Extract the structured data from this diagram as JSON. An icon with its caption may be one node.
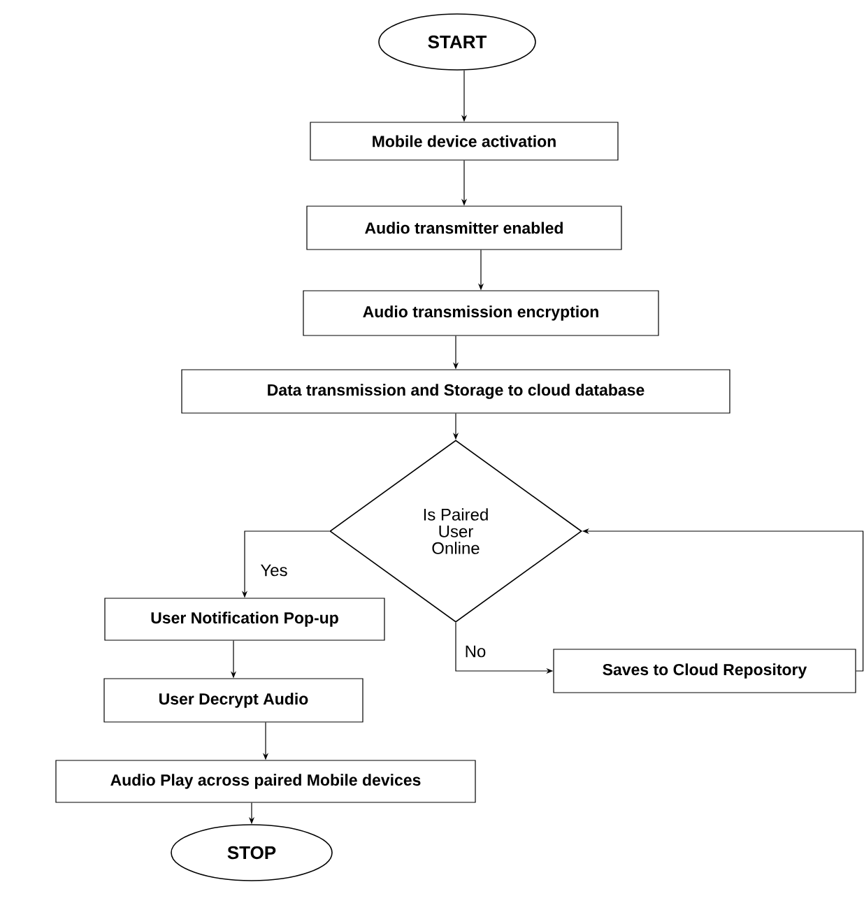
{
  "diagram": {
    "nodes": [
      {
        "text": [
          "START"
        ]
      },
      {
        "text": [
          "Mobile device activation"
        ]
      },
      {
        "text": [
          "Audio transmitter enabled"
        ]
      },
      {
        "text": [
          "Audio transmission encryption"
        ]
      },
      {
        "text": [
          "Data transmission and Storage to cloud database"
        ]
      },
      {
        "text": [
          "Is Paired User Online"
        ]
      },
      {
        "text": [
          "User Notification Pop-up"
        ]
      },
      {
        "text": [
          "User Decrypt Audio"
        ]
      },
      {
        "text": [
          "Audio Play across paired Mobile devices"
        ]
      },
      {
        "text": [
          "STOP"
        ]
      },
      {
        "text": [
          "Saves to Cloud Repository"
        ]
      }
    ],
    "edges": [
      {
        "from": 0,
        "to": 1,
        "arrow": "to"
      },
      {
        "from": 1,
        "to": 2,
        "arrow": "to"
      },
      {
        "from": 2,
        "to": 3,
        "arrow": "to"
      },
      {
        "from": 3,
        "to": 4,
        "arrow": "to"
      },
      {
        "from": 4,
        "to": 5,
        "arrow": "to"
      },
      {
        "from": 5,
        "to": 6,
        "arrow": "to",
        "label": "Yes"
      },
      {
        "from": 5,
        "to": 10,
        "arrow": "to",
        "label": "No"
      },
      {
        "from": 6,
        "to": 7,
        "arrow": "to"
      },
      {
        "from": 7,
        "to": 8,
        "arrow": "to"
      },
      {
        "from": 8,
        "to": 9,
        "arrow": "to"
      },
      {
        "from": 10,
        "to": 5,
        "arrow": "to"
      }
    ]
  }
}
